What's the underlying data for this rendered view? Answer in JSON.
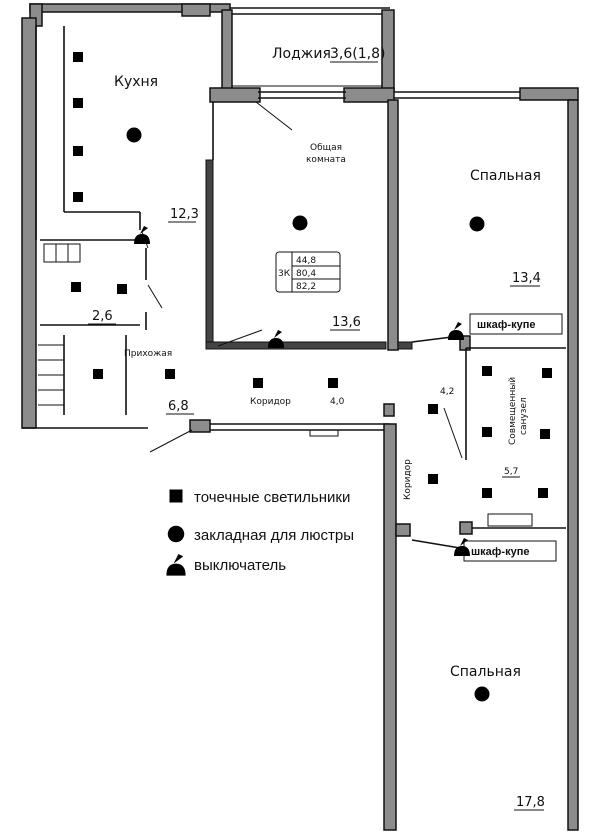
{
  "rooms": {
    "loggia": "Лоджия",
    "loggia_area": "3,6(1,8)",
    "kitchen": "Кухня",
    "kitchen_area": "12,3",
    "common_room_line1": "Общая",
    "common_room_line2": "комната",
    "common_room_area": "13,6",
    "bedroom1": "Спальная",
    "bedroom1_area": "13,4",
    "bath_area": "2,6",
    "hallway": "Прихожая",
    "hallway_area": "6,8",
    "corridor1": "Коридор",
    "corridor1_area": "4,0",
    "combined_bath_line1": "Совмещенный",
    "combined_bath_line2": "санузел",
    "combined_bath_area": "5,7",
    "corridor2": "Коридор",
    "corridor2_area": "4,2",
    "bedroom2": "Спальная",
    "bedroom2_area": "17,8"
  },
  "apartment_summary": {
    "rooms_code": "3К",
    "living": "44,8",
    "total": "80,4",
    "total_with_loggia": "82,2"
  },
  "wardrobe_labels": {
    "top": "шкаф-купе",
    "bottom": "шкаф-купе"
  },
  "legend": {
    "spot_lights": "точечные светильники",
    "chandelier": "закладная для люстры",
    "switch": "выключатель"
  },
  "colors": {
    "spot_light": "#2ecc40",
    "chandelier": "#1a3fd1"
  },
  "icons": {
    "spot_light": "spot-light-icon",
    "chandelier": "chandelier-icon",
    "switch": "switch-icon"
  }
}
